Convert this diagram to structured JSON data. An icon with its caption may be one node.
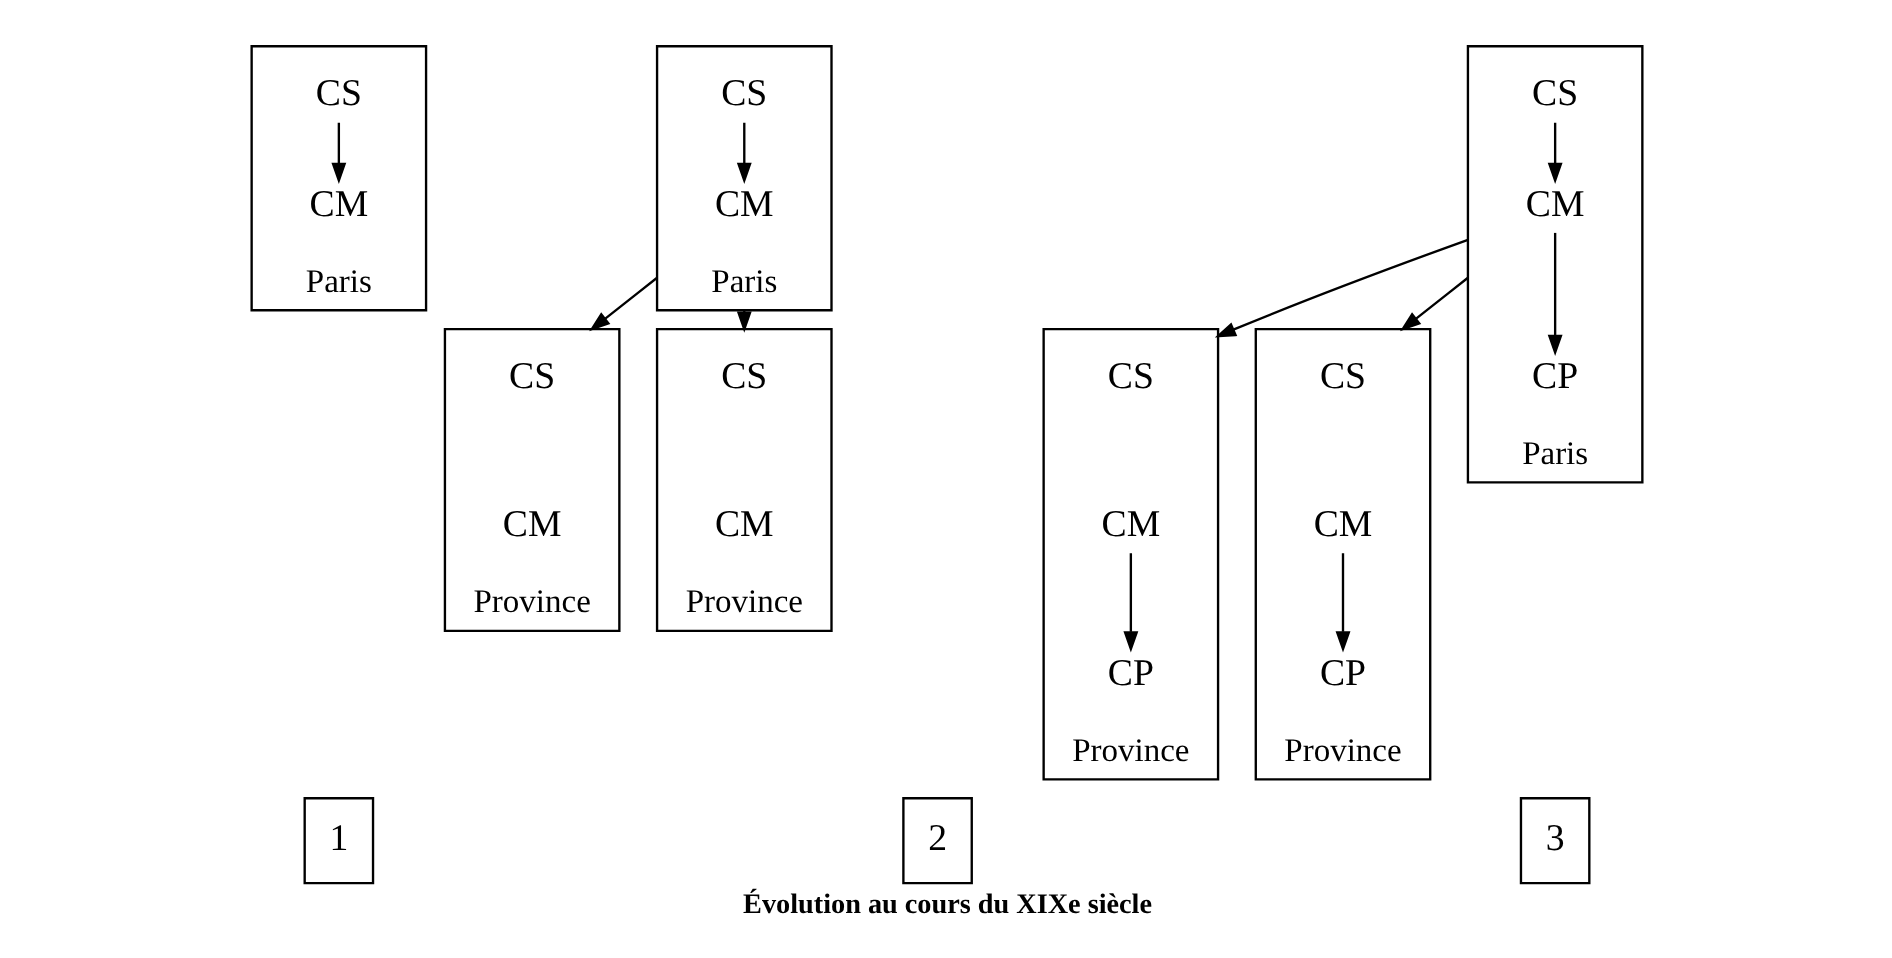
{
  "diagram": {
    "caption": "Évolution au cours du XIXe siècle",
    "nodes": [
      {
        "text": [
          "Paris"
        ]
      },
      {
        "text": [
          "CS"
        ],
        "in": 0
      },
      {
        "text": [
          "CM"
        ],
        "in": 0
      },
      {
        "text": [
          "Paris"
        ]
      },
      {
        "text": [
          "CS"
        ],
        "in": 3
      },
      {
        "text": [
          "CM"
        ],
        "in": 3
      },
      {
        "text": [
          "Province"
        ]
      },
      {
        "text": [
          "CS"
        ],
        "in": 6
      },
      {
        "text": [
          "CM"
        ],
        "in": 6
      },
      {
        "text": [
          "Province"
        ]
      },
      {
        "text": [
          "CS"
        ],
        "in": 9
      },
      {
        "text": [
          "CM"
        ],
        "in": 9
      },
      {
        "text": [
          "Paris"
        ]
      },
      {
        "text": [
          "CS"
        ],
        "in": 12
      },
      {
        "text": [
          "CM"
        ],
        "in": 12
      },
      {
        "text": [
          "CP"
        ],
        "in": 12
      },
      {
        "text": [
          "Province"
        ]
      },
      {
        "text": [
          "CS"
        ],
        "in": 16
      },
      {
        "text": [
          "CM"
        ],
        "in": 16
      },
      {
        "text": [
          "CP"
        ],
        "in": 16
      },
      {
        "text": [
          "Province"
        ]
      },
      {
        "text": [
          "CS"
        ],
        "in": 20
      },
      {
        "text": [
          "CM"
        ],
        "in": 20
      },
      {
        "text": [
          "CP"
        ],
        "in": 20
      },
      {
        "text": [
          "1"
        ]
      },
      {
        "text": [
          "2"
        ]
      },
      {
        "text": [
          "3"
        ]
      }
    ],
    "edges": [
      {
        "from": 1,
        "to": 2,
        "arrow": "to"
      },
      {
        "from": 4,
        "to": 5,
        "arrow": "to"
      },
      {
        "from": 3,
        "to": 6,
        "arrow": "to"
      },
      {
        "from": 3,
        "to": 9,
        "arrow": "to"
      },
      {
        "from": 13,
        "to": 14,
        "arrow": "to"
      },
      {
        "from": 14,
        "to": 15,
        "arrow": "to"
      },
      {
        "from": 12,
        "to": 16,
        "arrow": "to"
      },
      {
        "from": 12,
        "to": 20,
        "arrow": "to"
      },
      {
        "from": 18,
        "to": 19,
        "arrow": "to"
      },
      {
        "from": 22,
        "to": 23,
        "arrow": "to"
      }
    ]
  }
}
